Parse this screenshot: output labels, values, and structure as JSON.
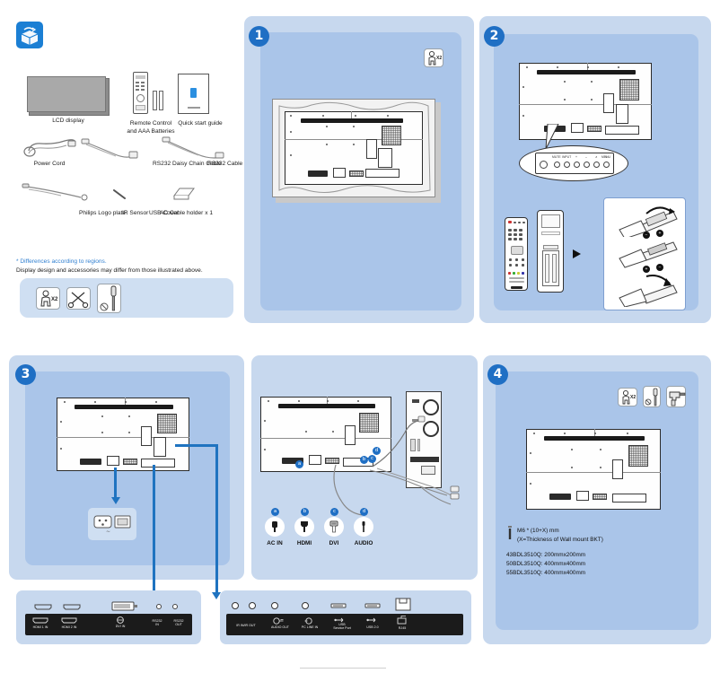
{
  "document": {
    "type": "quick-start-guide",
    "accent_color": "#1f6fc4",
    "panel_outer_color": "#c7d8ee",
    "panel_inner_color": "#aac5e9"
  },
  "unboxing": {
    "icon": "open-box-icon",
    "items": [
      {
        "label": "LCD display"
      },
      {
        "label": "Remote Control\nand AAA Batteries"
      },
      {
        "label": "Quick start guide"
      },
      {
        "label": "Power Cord"
      },
      {
        "label": "RS232 Daisy Chain Cable"
      },
      {
        "label": "RS232 Cable"
      },
      {
        "label": "Philips Logo plate"
      },
      {
        "label": "IR Sensor"
      },
      {
        "label": "USB Cover"
      },
      {
        "label": "AC Cable holder x 1"
      }
    ],
    "note_title": "* Differences according to regions.",
    "note_body": "Display design and accessories may differ from those illustrated above.",
    "tools": [
      {
        "icon": "two-people-icon",
        "count": "X2"
      },
      {
        "icon": "scissors-icon",
        "count": ""
      },
      {
        "icon": "screwdriver-no-icon",
        "count": ""
      }
    ]
  },
  "steps": [
    {
      "number": "1",
      "name": "lay-display-flat",
      "tools": [
        {
          "icon": "two-people-icon",
          "count": "X2"
        }
      ]
    },
    {
      "number": "2",
      "name": "control-panel-and-remote-batteries",
      "control_panel_labels": [
        "MUTE",
        "INPUT",
        "+",
        "–",
        "∧",
        "∨",
        "MENU"
      ],
      "battery_polarity": [
        "−",
        "+",
        "+",
        "−"
      ]
    },
    {
      "number": "3",
      "name": "connect-cables",
      "connectors": [
        {
          "badge": "a",
          "label": "AC IN",
          "icon": "power-plug-icon"
        },
        {
          "badge": "b",
          "label": "HDMI",
          "icon": "hdmi-plug-icon"
        },
        {
          "badge": "c",
          "label": "DVI",
          "icon": "dvi-plug-icon"
        },
        {
          "badge": "d",
          "label": "AUDIO",
          "icon": "audio-jack-icon"
        }
      ]
    },
    {
      "number": "4",
      "name": "wall-mount",
      "tools": [
        {
          "icon": "two-people-icon",
          "count": "X2"
        },
        {
          "icon": "screwdriver-no-icon",
          "count": ""
        },
        {
          "icon": "drill-icon",
          "count": ""
        }
      ],
      "screw_spec_line1": "M6 * (10+X) mm",
      "screw_spec_line2": "(X=Thickness of  Wall mount BKT)",
      "vesa": [
        "43BDL3510Q: 200mmx200mm",
        "50BDL3510Q: 400mmx400mm",
        "55BDL3510Q: 400mmx400mm"
      ]
    }
  ],
  "io_left": {
    "name": "rear-io-strip-left",
    "ports": [
      {
        "label": "HDMI 1 IN",
        "icon": "hdmi-port-icon"
      },
      {
        "label": "HDMI 2 IN",
        "icon": "hdmi-port-icon"
      },
      {
        "label": "DVI IN",
        "icon": "dvi-port-icon"
      },
      {
        "label": "RS232\nIN",
        "icon": "rs232-jack-icon"
      },
      {
        "label": "RS232\nOUT",
        "icon": "rs232-jack-icon"
      }
    ]
  },
  "io_right": {
    "name": "rear-io-strip-right",
    "ports": [
      {
        "label": "IR IN/IR OUT",
        "icon": "ir-jack-icon"
      },
      {
        "label": "AUDIO OUT",
        "icon": "audio-out-icon"
      },
      {
        "label": "PC LINE IN",
        "icon": "pc-line-in-icon"
      },
      {
        "label": "USB\nService Port",
        "icon": "usb-icon"
      },
      {
        "label": "USB 2.0",
        "icon": "usb-icon"
      },
      {
        "label": "RJ45",
        "icon": "rj45-icon"
      }
    ]
  }
}
